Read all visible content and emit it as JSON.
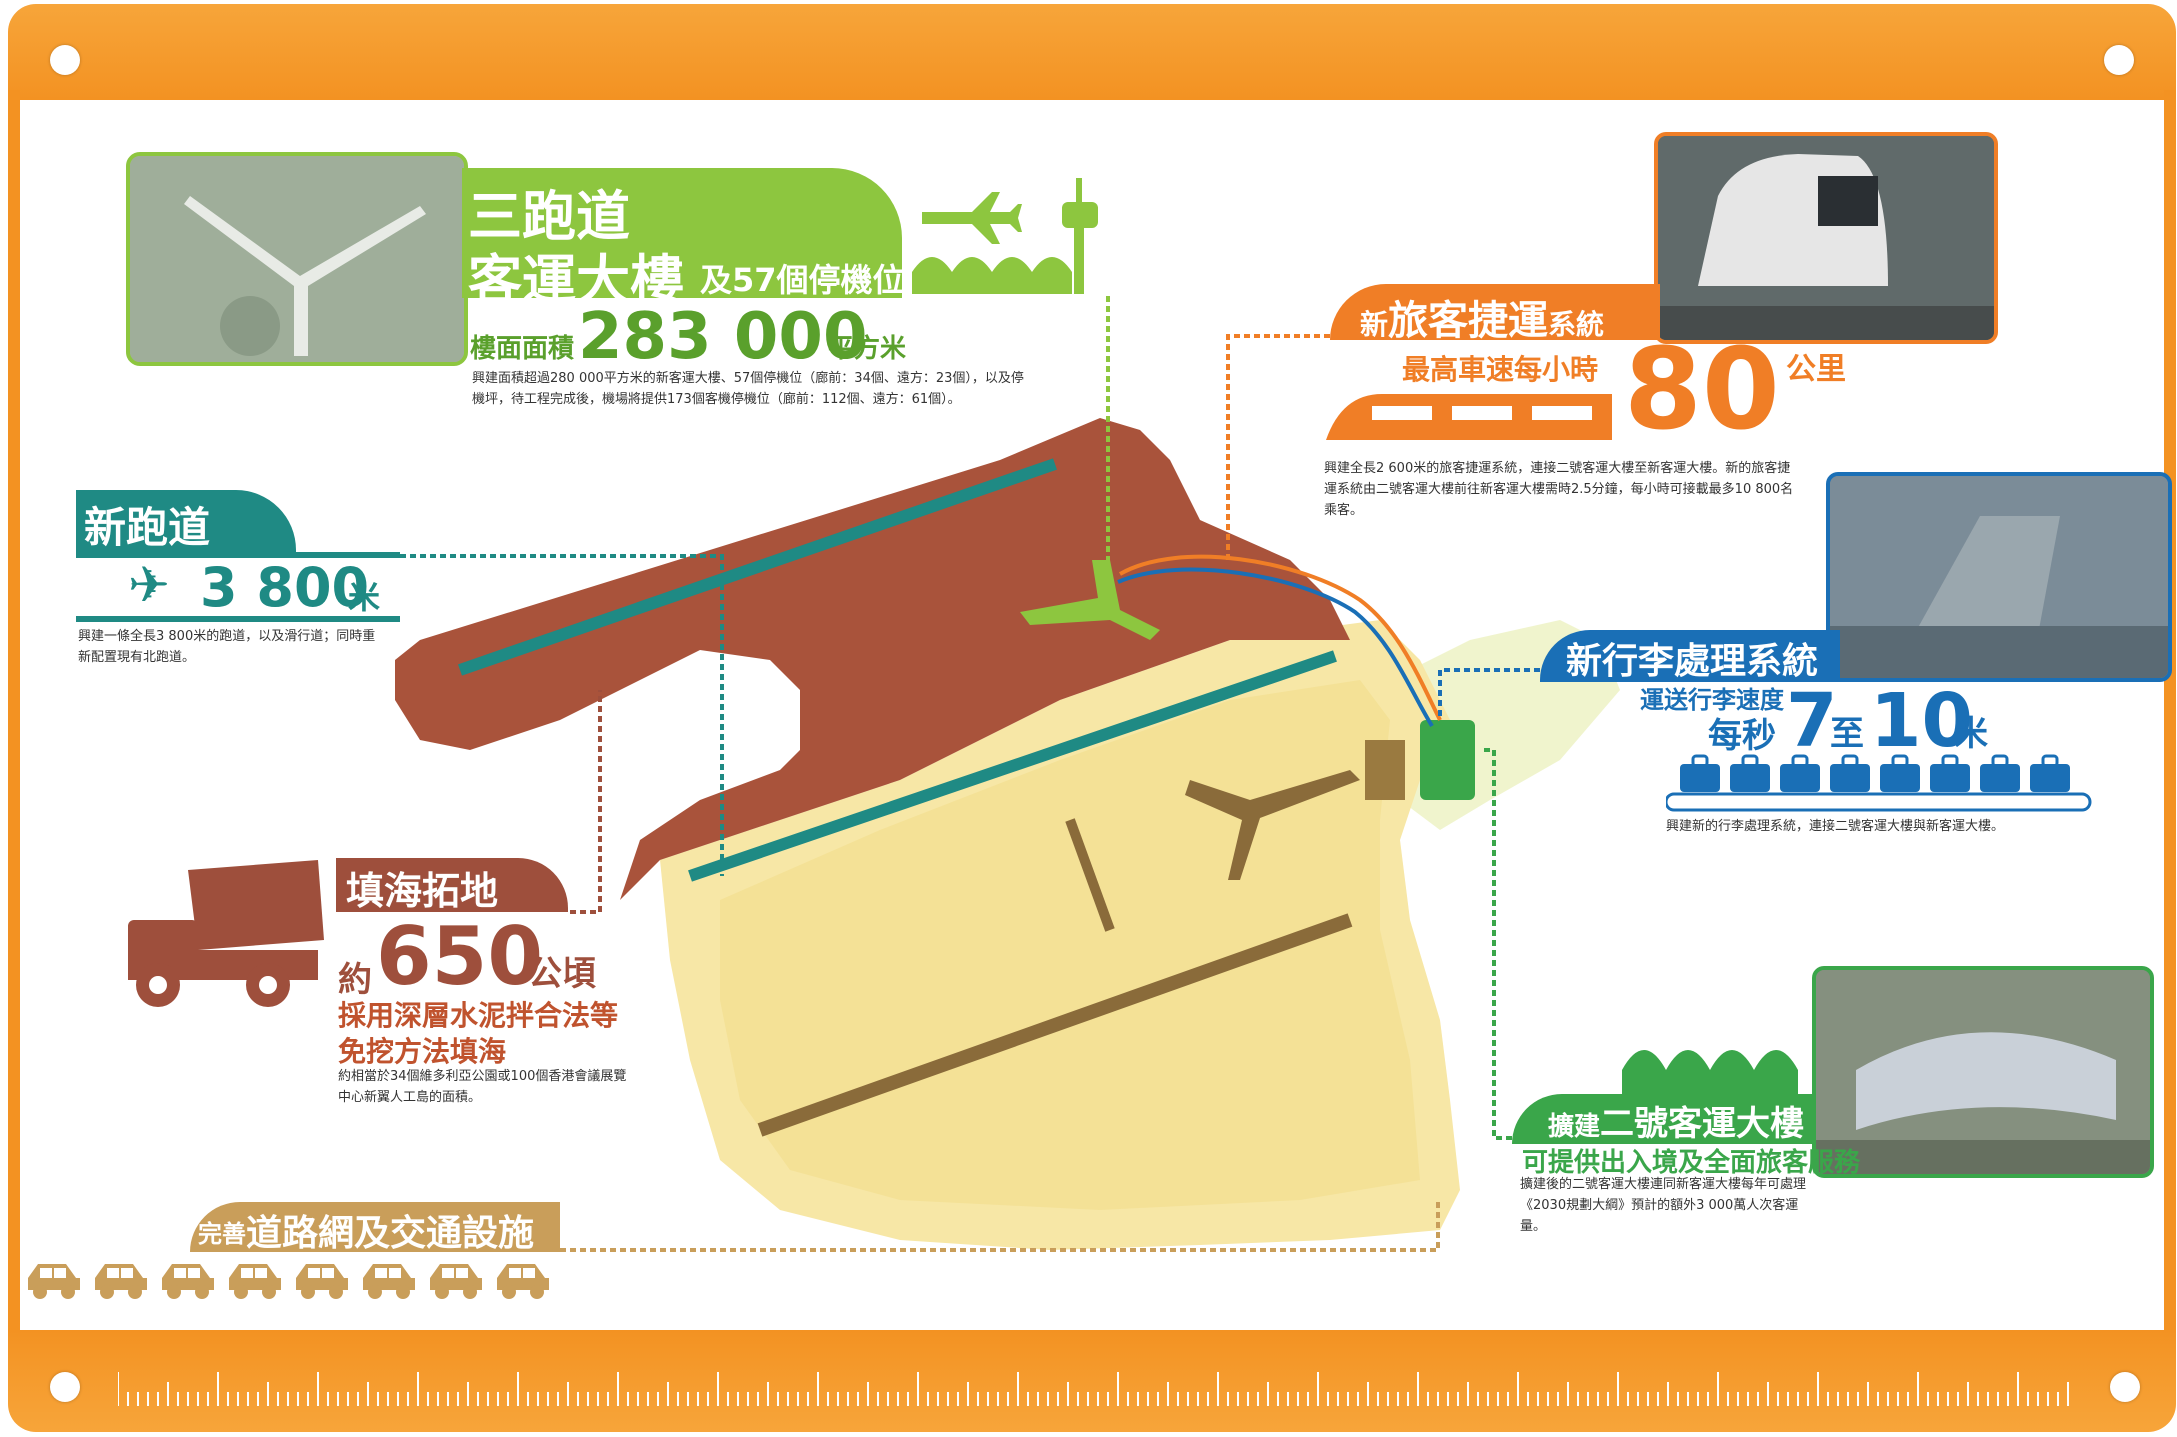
{
  "colors": {
    "frame": "#f39222",
    "green": "#8dc63f",
    "teal": "#1f8a84",
    "brown": "#9e4f3c",
    "orange": "#f07e26",
    "blue": "#1a6fb6",
    "green2": "#3aa64a",
    "road": "#c99e5a"
  },
  "terminal": {
    "title_line1": "三跑道",
    "title_line2": "客運大樓",
    "title_line2_suffix": "及57個停機位",
    "area_label": "樓面面積",
    "area_value": "283 000",
    "area_unit": "平方米",
    "description": "興建面積超過280 000平方米的新客運大樓、57個停機位（廊前：34個、遠方：23個），以及停機坪，待工程完成後，機場將提供173個客機停機位（廊前：112個、遠方：61個）。",
    "icons": [
      "plane-icon",
      "terminal-building-icon",
      "control-tower-icon"
    ]
  },
  "runway": {
    "title": "新跑道",
    "length_value": "3 800",
    "length_unit": "米",
    "description": "興建一條全長3 800米的跑道，以及滑行道；同時重新配置現有北跑道。"
  },
  "reclamation": {
    "title": "填海拓地",
    "prefix": "約",
    "area_value": "650",
    "area_unit": "公頃",
    "method_line1": "採用深層水泥拌合法等",
    "method_line2": "免挖方法填海",
    "description": "約相當於34個維多利亞公園或100個香港會議展覽中心新翼人工島的面積。"
  },
  "apm": {
    "title_prefix": "新",
    "title_main": "旅客捷運",
    "title_suffix": "系統",
    "speed_label": "最高車速每小時",
    "speed_value": "80",
    "speed_unit": "公里",
    "description": "興建全長2 600米的旅客捷運系統，連接二號客運大樓至新客運大樓。新的旅客捷運系統由二號客運大樓前往新客運大樓需時2.5分鐘，每小時可接載最多10 800名乘客。"
  },
  "baggage": {
    "title": "新行李處理系統",
    "speed_label1": "運送行李速度",
    "speed_label2": "每秒",
    "speed_min": "7",
    "speed_sep": "至",
    "speed_max": "10",
    "speed_unit": "米",
    "description": "興建新的行李處理系統，連接二號客運大樓與新客運大樓。"
  },
  "t2": {
    "title_prefix": "擴建",
    "title_main": "二號客運大樓",
    "subtitle": "可提供出入境及全面旅客服務",
    "description": "擴建後的二號客運大樓連同新客運大樓每年可處理《2030規劃大綱》預計的額外3 000萬人次客運量。"
  },
  "roads": {
    "title_prefix": "完善",
    "title_main": "道路網及交通設施",
    "car_count": 8
  }
}
